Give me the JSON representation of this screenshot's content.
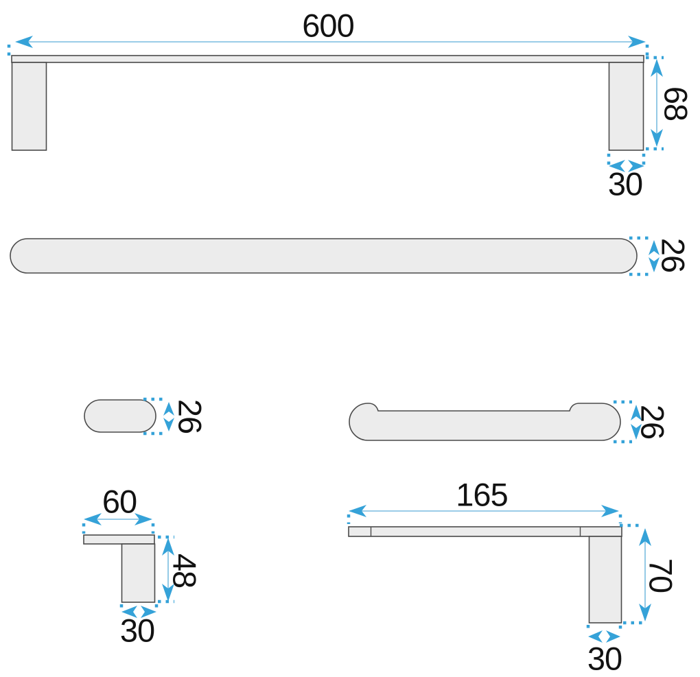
{
  "views": {
    "front": {
      "width": "600",
      "height": "68",
      "leg_width": "30"
    },
    "bar_profile": {
      "thickness": "26"
    },
    "wall_cap": {
      "thickness": "26"
    },
    "holder_profile": {
      "thickness": "26"
    },
    "bracket_side": {
      "width": "60",
      "height": "48",
      "leg_width": "30"
    },
    "rail_side": {
      "depth": "165",
      "height": "70",
      "leg_width": "30"
    }
  },
  "colors": {
    "accent_blue": "#35A2D8",
    "dim_line_blue": "#79BCE0",
    "part_fill": "#ECECEC",
    "part_stroke": "#4A4A4A",
    "text": "#121212",
    "background": "#FFFFFF"
  }
}
